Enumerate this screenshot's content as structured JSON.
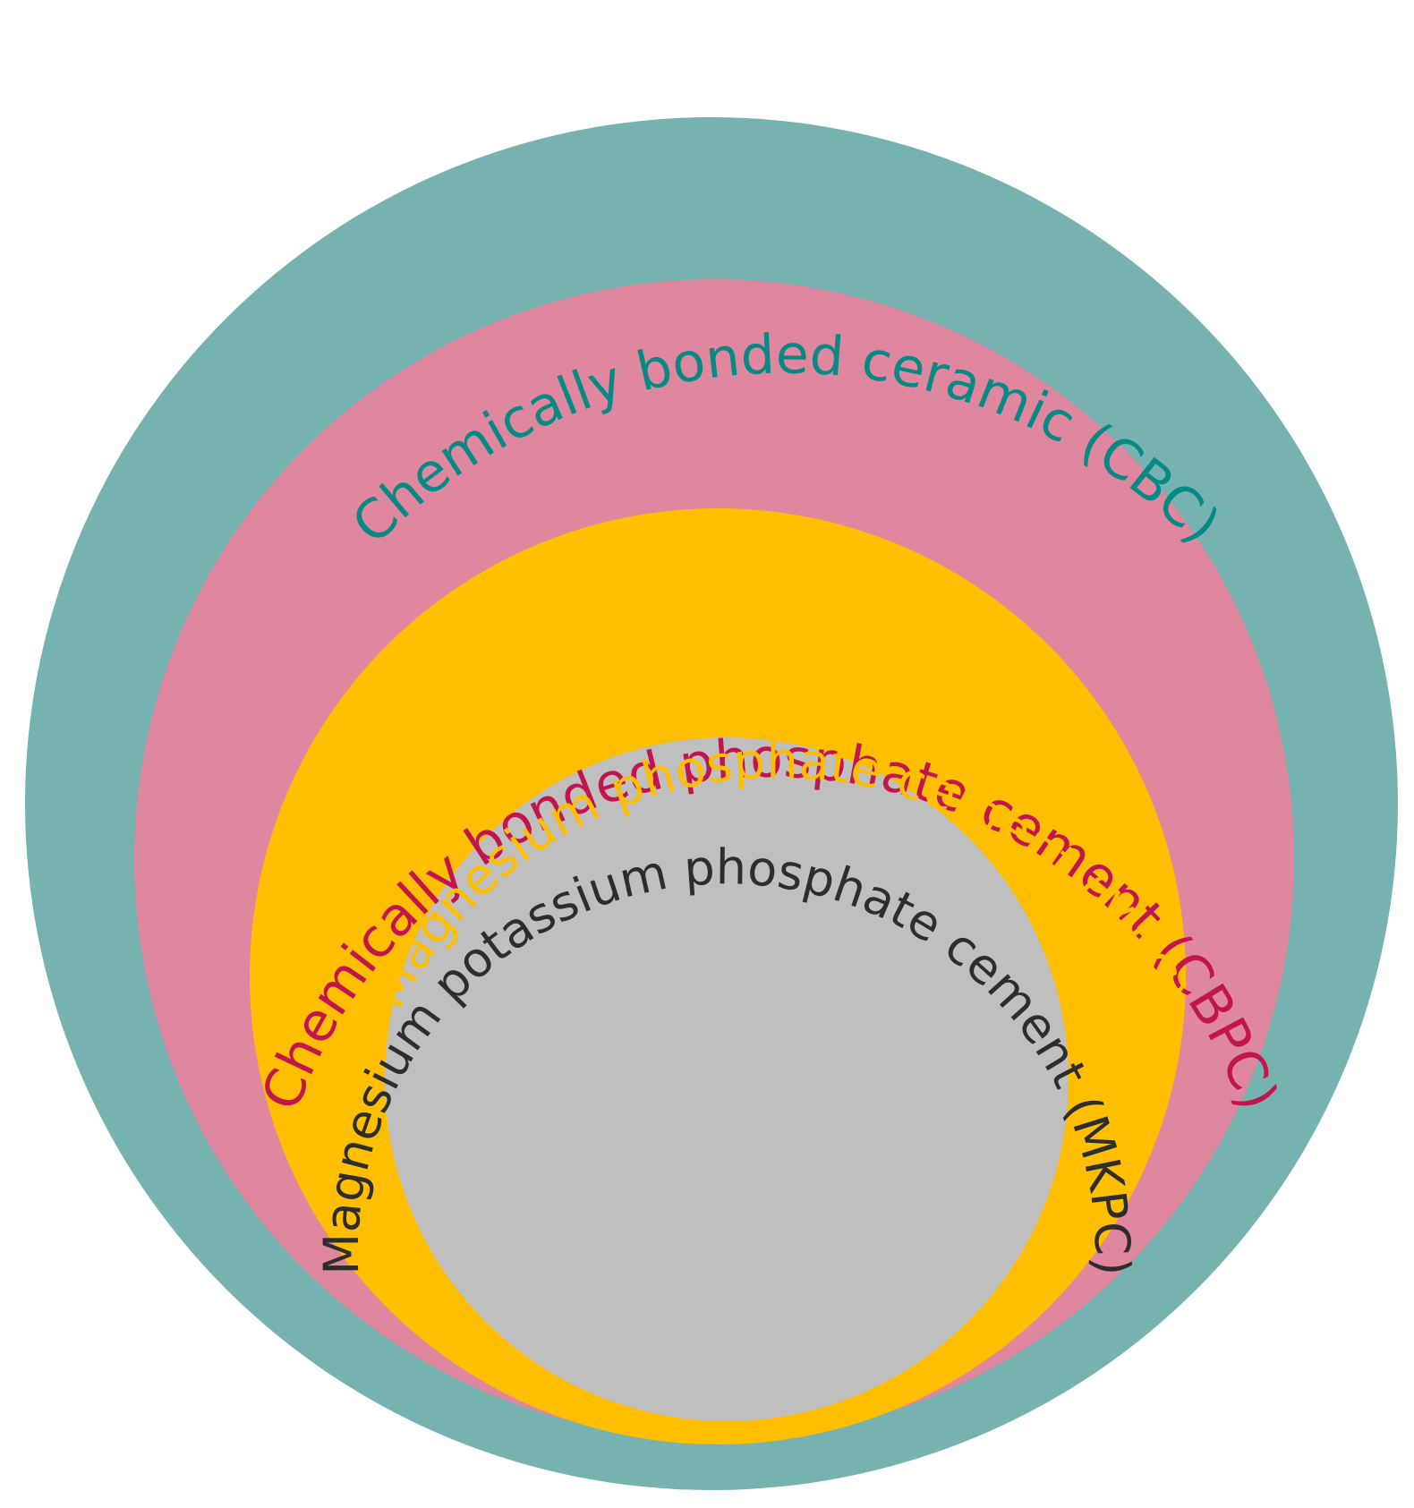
{
  "diagram": {
    "type": "nested-circles",
    "layers": [
      {
        "id": "cbc",
        "label": "Chemically bonded ceramic (CBC)",
        "fill": "#76b3b0",
        "text_color": "#058a85"
      },
      {
        "id": "cbpc",
        "label": "Chemically bonded phosphate cement (CBPC)",
        "fill": "#de879e",
        "text_color": "#c2154e"
      },
      {
        "id": "mpc",
        "label": "Magnesium phosphate cement (MPC)",
        "fill": "#ffbe00",
        "text_color": "#ffbe00"
      },
      {
        "id": "mkpc",
        "label": "Magnesium potassium phosphate cement (MKPC)",
        "fill": "#bfbfbf",
        "text_color": "#2d2d2d"
      }
    ]
  }
}
